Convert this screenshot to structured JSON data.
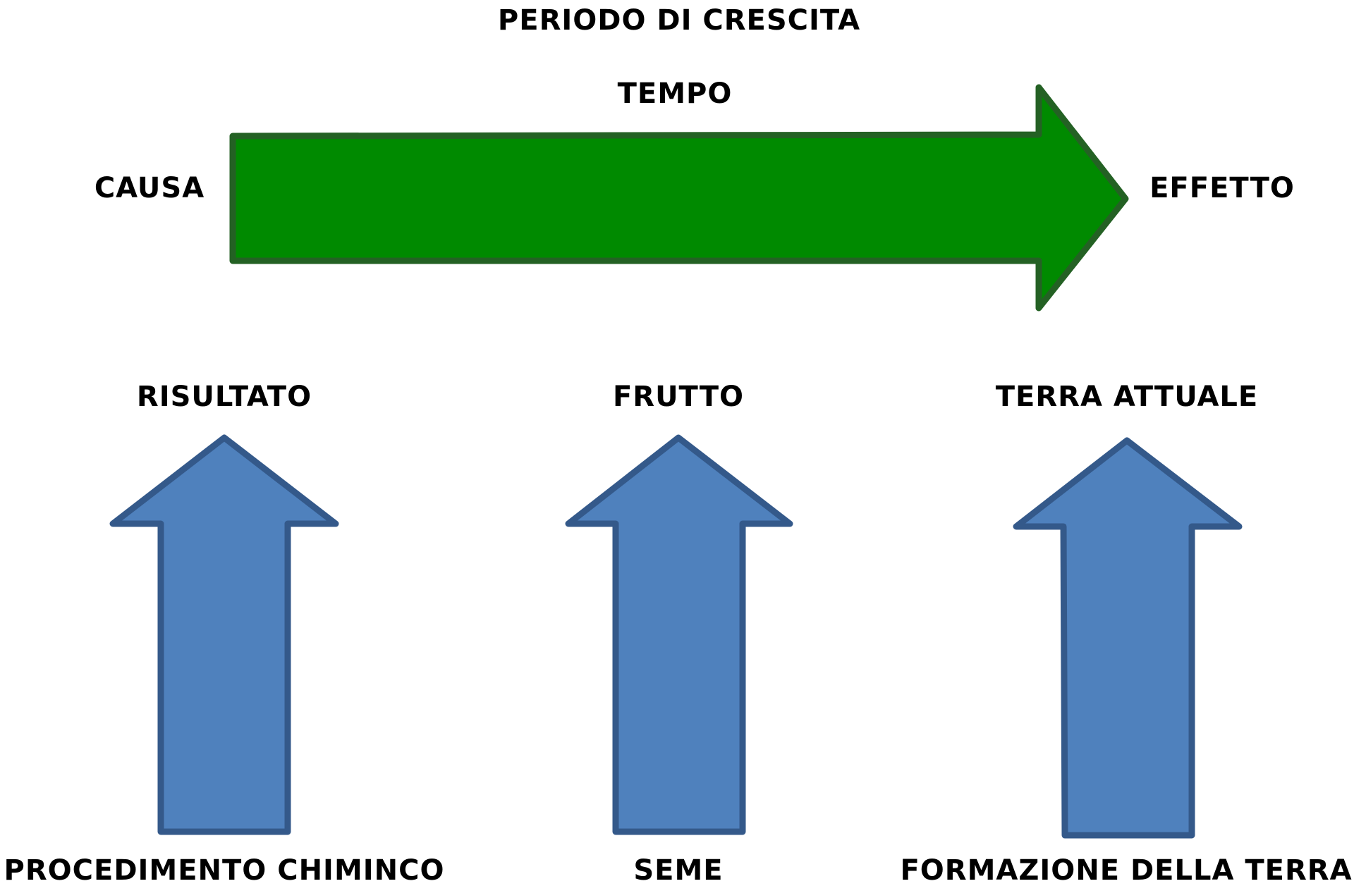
{
  "header": {
    "title": "PERIODO DI CRESCITA",
    "time_label": "TEMPO"
  },
  "flow": {
    "cause": "CAUSA",
    "effect": "EFFETTO"
  },
  "columns": [
    {
      "top": "RISULTATO",
      "bottom": "PROCEDIMENTO CHIMINCO"
    },
    {
      "top": "FRUTTO",
      "bottom": "SEME"
    },
    {
      "top": "TERRA ATTUALE",
      "bottom": "FORMAZIONE DELLA TERRA"
    }
  ],
  "colors": {
    "green_fill": "#008a00",
    "green_stroke": "#246124",
    "blue_fill": "#4f81bd",
    "blue_stroke": "#34598a",
    "text": "#000000"
  }
}
